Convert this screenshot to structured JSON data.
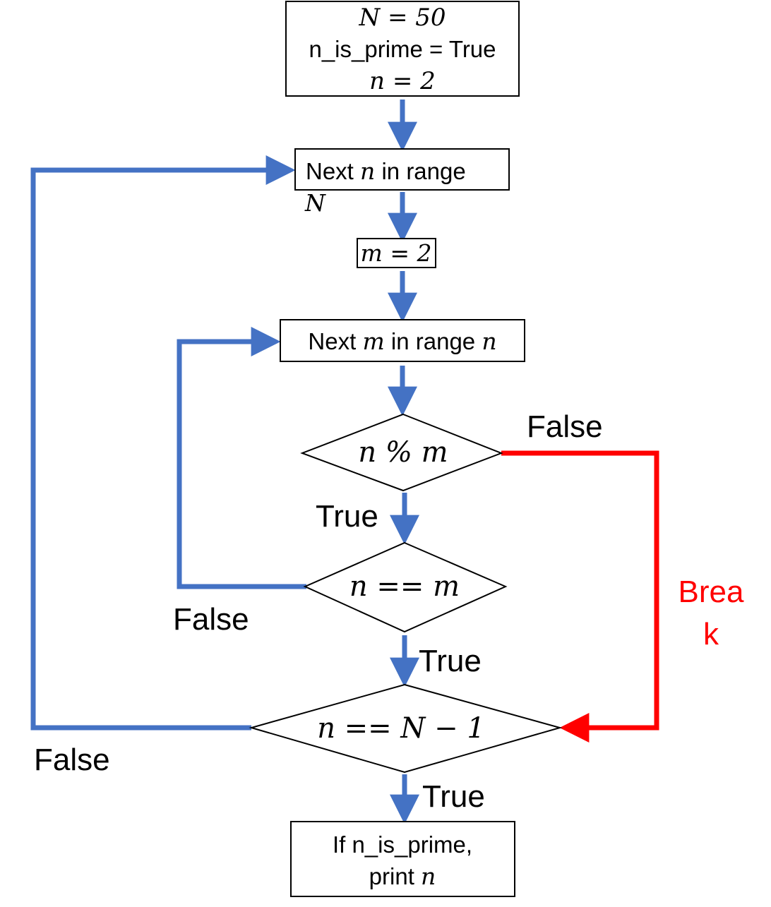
{
  "colors": {
    "flow": "#4472C4",
    "break": "#FF0000",
    "box_stroke": "#000000",
    "text": "#000000"
  },
  "init_box": {
    "line1": "N = 50",
    "line2": "n_is_prime = True",
    "line3": "n = 2"
  },
  "next_n_box": {
    "label_prefix": "Next ",
    "var": "n",
    "label_suffix": " in range",
    "overflow_var": "N"
  },
  "m_init_box": {
    "label": "m = 2"
  },
  "next_m_box": {
    "label_prefix": "Next ",
    "var": "m",
    "label_mid": " in range ",
    "var2": "n"
  },
  "decision_mod": {
    "label": "n % m",
    "false_label": "False",
    "true_label": "True"
  },
  "decision_eq_m": {
    "label": "n == m",
    "false_label": "False",
    "true_label": "True"
  },
  "decision_last": {
    "label": "n == N − 1",
    "false_label": "False",
    "true_label": "True"
  },
  "break_label": {
    "line1": "Brea",
    "line2": "k"
  },
  "print_box": {
    "line1": "If n_is_prime,",
    "line2_prefix": "print ",
    "line2_var": "n"
  }
}
